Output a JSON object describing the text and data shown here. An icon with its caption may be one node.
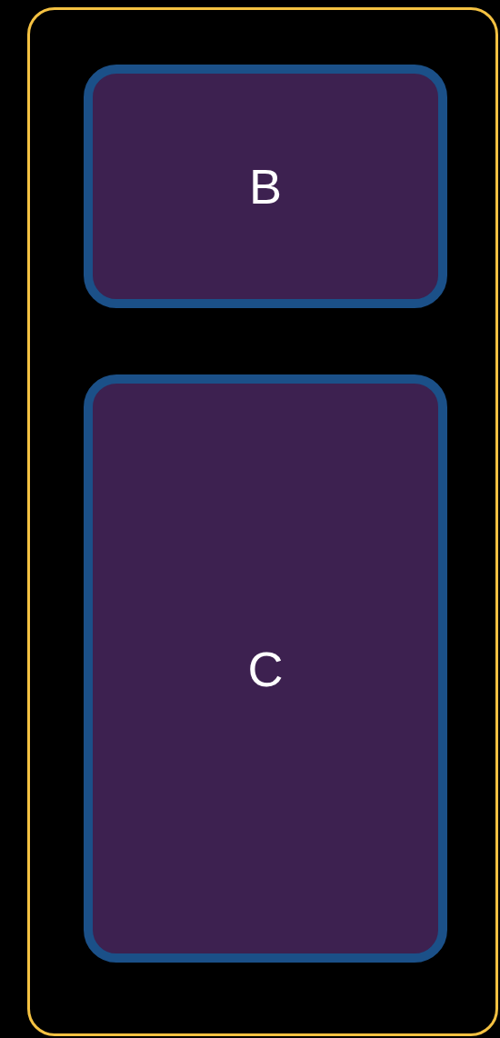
{
  "diagram": {
    "nodes": [
      {
        "text": [],
        "shape": "box"
      },
      {
        "text": [
          "B"
        ],
        "in": 0
      },
      {
        "text": [
          "C"
        ],
        "in": 0
      }
    ]
  }
}
